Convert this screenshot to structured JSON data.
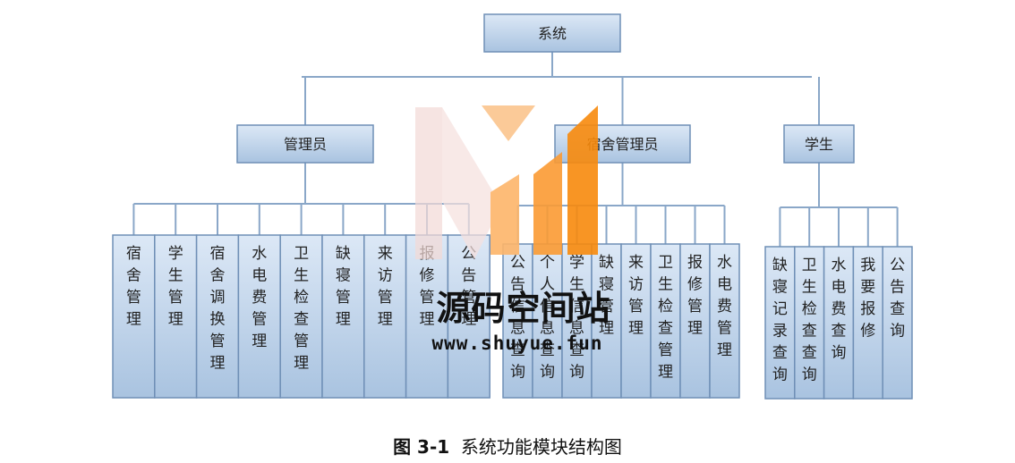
{
  "root": {
    "label": "系统"
  },
  "roles": [
    {
      "label": "管理员",
      "functions": [
        "宿舍管理",
        "学生管理",
        "宿舍调换管理",
        "水电费管理",
        "卫生检查管理",
        "缺寝管理",
        "来访管理",
        "报修管理",
        "公告管理"
      ]
    },
    {
      "label": "宿舍管理员",
      "functions": [
        "公告信息查询",
        "个人信息查询",
        "学生信息查询",
        "缺寝管理",
        "来访管理",
        "卫生检查管理",
        "报修管理",
        "水电费管理"
      ]
    },
    {
      "label": "学生",
      "functions": [
        "缺寝记录查询",
        "卫生检查查询",
        "水电费查询",
        "我要报修",
        "公告查询"
      ]
    }
  ],
  "watermark": {
    "title": "源码空间站",
    "url": "www.shuyue.fun"
  },
  "caption": {
    "figure_number": "图 3-1",
    "title": "系统功能模块结构图"
  }
}
